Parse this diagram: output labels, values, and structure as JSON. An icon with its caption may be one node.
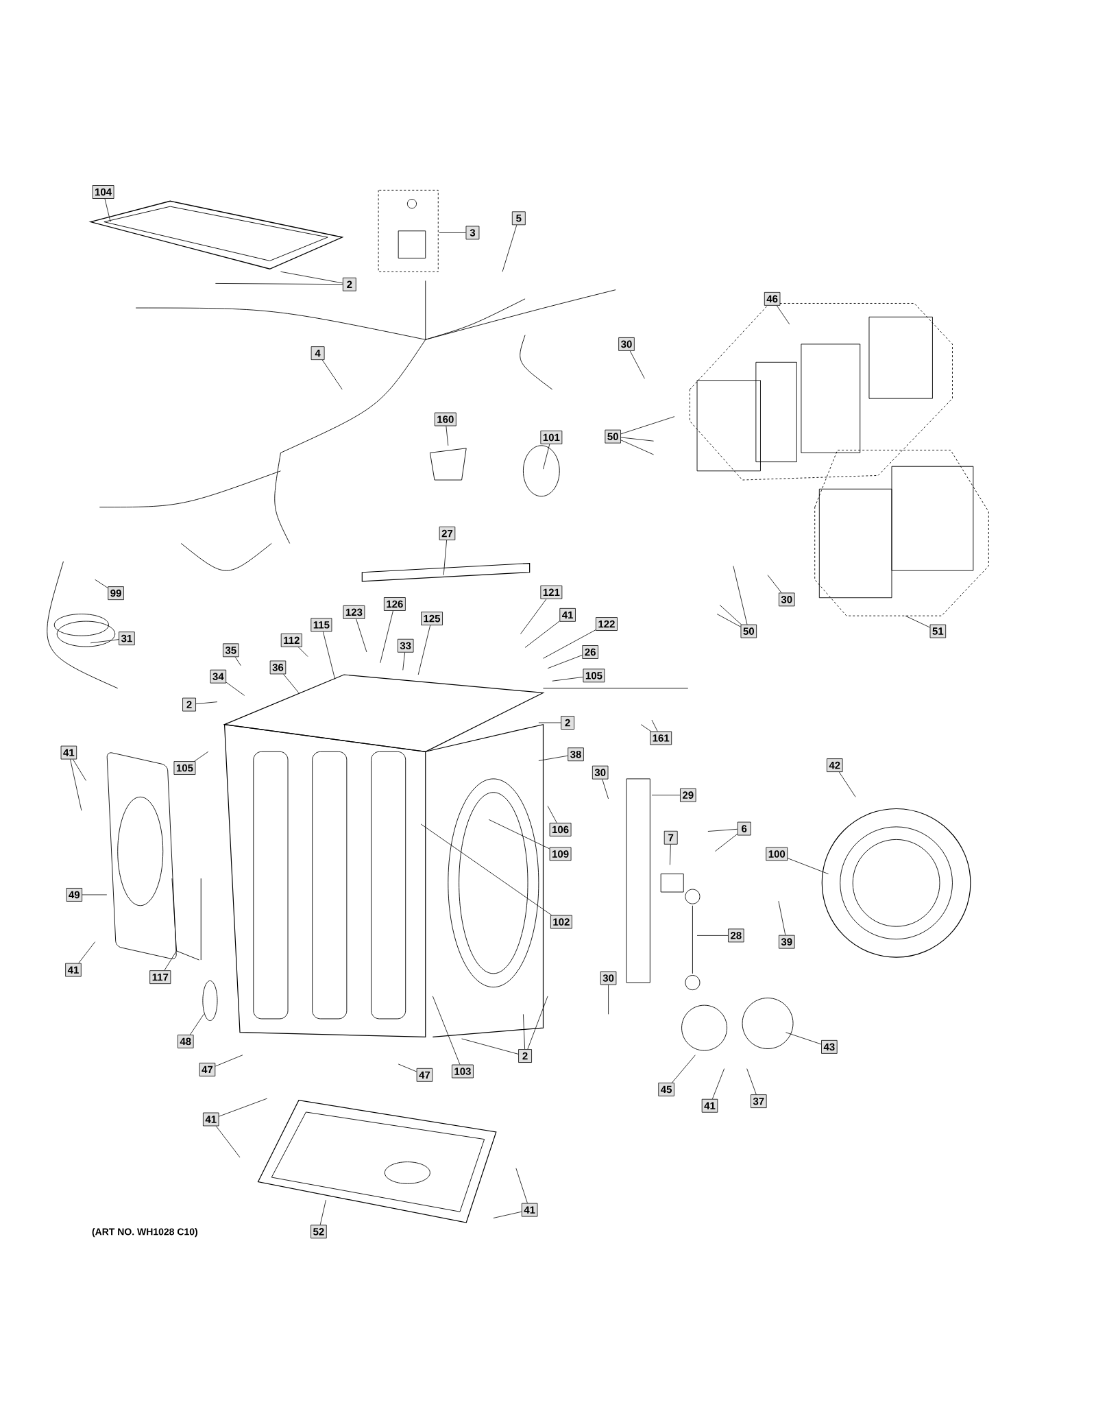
{
  "diagram": {
    "nodes": [
      {
        "text": [
          "104"
        ]
      },
      {
        "text": [
          "3"
        ]
      },
      {
        "text": [
          "2"
        ]
      },
      {
        "text": [
          "5"
        ]
      },
      {
        "text": [
          "4"
        ]
      },
      {
        "text": [
          "30"
        ]
      },
      {
        "text": [
          "46"
        ]
      },
      {
        "text": [
          "160"
        ]
      },
      {
        "text": [
          "101"
        ]
      },
      {
        "text": [
          "50"
        ]
      },
      {
        "text": [
          "27"
        ]
      },
      {
        "text": [
          "99"
        ]
      },
      {
        "text": [
          "121"
        ]
      },
      {
        "text": [
          "30"
        ]
      },
      {
        "text": [
          "41"
        ]
      },
      {
        "text": [
          "122"
        ]
      },
      {
        "text": [
          "123"
        ]
      },
      {
        "text": [
          "126"
        ]
      },
      {
        "text": [
          "115"
        ]
      },
      {
        "text": [
          "125"
        ]
      },
      {
        "text": [
          "112"
        ]
      },
      {
        "text": [
          "33"
        ]
      },
      {
        "text": [
          "26"
        ]
      },
      {
        "text": [
          "31"
        ]
      },
      {
        "text": [
          "35"
        ]
      },
      {
        "text": [
          "36"
        ]
      },
      {
        "text": [
          "105"
        ]
      },
      {
        "text": [
          "34"
        ]
      },
      {
        "text": [
          "2"
        ]
      },
      {
        "text": [
          "50"
        ]
      },
      {
        "text": [
          "51"
        ]
      },
      {
        "text": [
          "2"
        ]
      },
      {
        "text": [
          "161"
        ]
      },
      {
        "text": [
          "105"
        ]
      },
      {
        "text": [
          "41"
        ]
      },
      {
        "text": [
          "38"
        ]
      },
      {
        "text": [
          "42"
        ]
      },
      {
        "text": [
          "30"
        ]
      },
      {
        "text": [
          "29"
        ]
      },
      {
        "text": [
          "106"
        ]
      },
      {
        "text": [
          "6"
        ]
      },
      {
        "text": [
          "109"
        ]
      },
      {
        "text": [
          "7"
        ]
      },
      {
        "text": [
          "100"
        ]
      },
      {
        "text": [
          "49"
        ]
      },
      {
        "text": [
          "102"
        ]
      },
      {
        "text": [
          "39"
        ]
      },
      {
        "text": [
          "28"
        ]
      },
      {
        "text": [
          "41"
        ]
      },
      {
        "text": [
          "117"
        ]
      },
      {
        "text": [
          "30"
        ]
      },
      {
        "text": [
          "48"
        ]
      },
      {
        "text": [
          "2"
        ]
      },
      {
        "text": [
          "103"
        ]
      },
      {
        "text": [
          "43"
        ]
      },
      {
        "text": [
          "47"
        ]
      },
      {
        "text": [
          "47"
        ]
      },
      {
        "text": [
          "45"
        ]
      },
      {
        "text": [
          "41"
        ]
      },
      {
        "text": [
          "37"
        ]
      },
      {
        "text": [
          "41"
        ]
      },
      {
        "text": [
          "41"
        ]
      },
      {
        "text": [
          "52"
        ]
      }
    ],
    "edges": [
      {
        "from": 0,
        "to": null,
        "arrow": "none"
      },
      {
        "from": 1,
        "to": null,
        "arrow": "none"
      },
      {
        "from": 2,
        "to": null,
        "arrow": "none"
      },
      {
        "from": 2,
        "to": null,
        "arrow": "none"
      },
      {
        "from": 3,
        "to": null,
        "arrow": "none"
      },
      {
        "from": 4,
        "to": null,
        "arrow": "none"
      },
      {
        "from": 5,
        "to": null,
        "arrow": "none"
      },
      {
        "from": 6,
        "to": null,
        "arrow": "none"
      },
      {
        "from": 7,
        "to": null,
        "arrow": "none"
      },
      {
        "from": 8,
        "to": null,
        "arrow": "none"
      },
      {
        "from": 9,
        "to": null,
        "arrow": "none"
      },
      {
        "from": 9,
        "to": null,
        "arrow": "none"
      },
      {
        "from": 9,
        "to": null,
        "arrow": "none"
      },
      {
        "from": 10,
        "to": null,
        "arrow": "none"
      },
      {
        "from": 11,
        "to": null,
        "arrow": "none"
      },
      {
        "from": 12,
        "to": null,
        "arrow": "none"
      },
      {
        "from": 13,
        "to": null,
        "arrow": "none"
      },
      {
        "from": 14,
        "to": null,
        "arrow": "none"
      },
      {
        "from": 15,
        "to": null,
        "arrow": "none"
      },
      {
        "from": 16,
        "to": null,
        "arrow": "none"
      },
      {
        "from": 17,
        "to": null,
        "arrow": "none"
      },
      {
        "from": 18,
        "to": null,
        "arrow": "none"
      },
      {
        "from": 19,
        "to": null,
        "arrow": "none"
      },
      {
        "from": 20,
        "to": null,
        "arrow": "none"
      },
      {
        "from": 21,
        "to": null,
        "arrow": "none"
      },
      {
        "from": 22,
        "to": null,
        "arrow": "none"
      },
      {
        "from": 23,
        "to": null,
        "arrow": "none"
      },
      {
        "from": 24,
        "to": null,
        "arrow": "none"
      },
      {
        "from": 25,
        "to": null,
        "arrow": "none"
      },
      {
        "from": 26,
        "to": null,
        "arrow": "none"
      },
      {
        "from": 27,
        "to": null,
        "arrow": "none"
      },
      {
        "from": 28,
        "to": null,
        "arrow": "none"
      },
      {
        "from": 29,
        "to": null,
        "arrow": "none"
      },
      {
        "from": 29,
        "to": null,
        "arrow": "none"
      },
      {
        "from": 29,
        "to": null,
        "arrow": "none"
      },
      {
        "from": 30,
        "to": null,
        "arrow": "none"
      },
      {
        "from": 31,
        "to": null,
        "arrow": "none"
      },
      {
        "from": 32,
        "to": null,
        "arrow": "none"
      },
      {
        "from": 32,
        "to": null,
        "arrow": "none"
      },
      {
        "from": 33,
        "to": null,
        "arrow": "none"
      },
      {
        "from": 34,
        "to": null,
        "arrow": "none"
      },
      {
        "from": 34,
        "to": null,
        "arrow": "none"
      },
      {
        "from": 35,
        "to": null,
        "arrow": "none"
      },
      {
        "from": 36,
        "to": null,
        "arrow": "none"
      },
      {
        "from": 37,
        "to": null,
        "arrow": "none"
      },
      {
        "from": 38,
        "to": null,
        "arrow": "none"
      },
      {
        "from": 39,
        "to": null,
        "arrow": "none"
      },
      {
        "from": 40,
        "to": null,
        "arrow": "none"
      },
      {
        "from": 40,
        "to": null,
        "arrow": "none"
      },
      {
        "from": 41,
        "to": null,
        "arrow": "none"
      },
      {
        "from": 42,
        "to": null,
        "arrow": "none"
      },
      {
        "from": 43,
        "to": null,
        "arrow": "none"
      },
      {
        "from": 44,
        "to": null,
        "arrow": "none"
      },
      {
        "from": 45,
        "to": null,
        "arrow": "none"
      },
      {
        "from": 46,
        "to": null,
        "arrow": "none"
      },
      {
        "from": 47,
        "to": null,
        "arrow": "none"
      },
      {
        "from": 48,
        "to": null,
        "arrow": "none"
      },
      {
        "from": 49,
        "to": null,
        "arrow": "none"
      },
      {
        "from": 50,
        "to": null,
        "arrow": "none"
      },
      {
        "from": 51,
        "to": null,
        "arrow": "none"
      },
      {
        "from": 52,
        "to": null,
        "arrow": "none"
      },
      {
        "from": 52,
        "to": null,
        "arrow": "none"
      },
      {
        "from": 52,
        "to": null,
        "arrow": "none"
      },
      {
        "from": 53,
        "to": null,
        "arrow": "none"
      },
      {
        "from": 54,
        "to": null,
        "arrow": "none"
      },
      {
        "from": 55,
        "to": null,
        "arrow": "none"
      },
      {
        "from": 56,
        "to": null,
        "arrow": "none"
      },
      {
        "from": 57,
        "to": null,
        "arrow": "none"
      },
      {
        "from": 58,
        "to": null,
        "arrow": "none"
      },
      {
        "from": 59,
        "to": null,
        "arrow": "none"
      },
      {
        "from": 60,
        "to": null,
        "arrow": "none"
      },
      {
        "from": 60,
        "to": null,
        "arrow": "none"
      },
      {
        "from": 61,
        "to": null,
        "arrow": "none"
      },
      {
        "from": 61,
        "to": null,
        "arrow": "none"
      },
      {
        "from": 62,
        "to": null,
        "arrow": "none"
      }
    ],
    "labels": [
      "(ART NO. WH1028 C10)"
    ]
  }
}
